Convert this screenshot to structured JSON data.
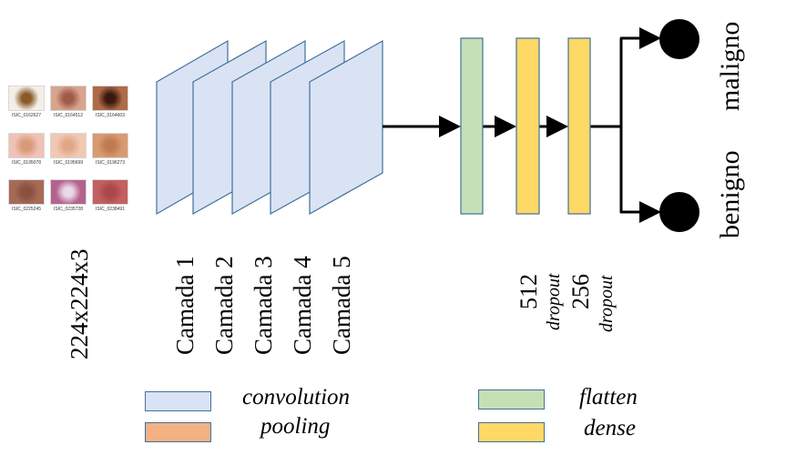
{
  "input": {
    "size_label": "224x224x3",
    "thumbnails": [
      {
        "id": "ISIC_0162627",
        "color": "#f4efe6",
        "spot": "#8a5a2a"
      },
      {
        "id": "ISIC_0164512",
        "color": "#d9a48e",
        "spot": "#a05a48"
      },
      {
        "id": "ISIC_0164603",
        "color": "#b06a48",
        "spot": "#3a1a10"
      },
      {
        "id": "ISIC_0195078",
        "color": "#f0c2b6",
        "spot": "#d99a7a"
      },
      {
        "id": "ISIC_0195699",
        "color": "#f1c8b3",
        "spot": "#e0a886"
      },
      {
        "id": "ISIC_0196273",
        "color": "#d99a72",
        "spot": "#c07a50"
      },
      {
        "id": "ISIC_0225245",
        "color": "#a76b55",
        "spot": "#8a5040"
      },
      {
        "id": "ISIC_0235728",
        "color": "#b4628e",
        "spot": "#e8d8e8"
      },
      {
        "id": "ISIC_0238491",
        "color": "#c46060",
        "spot": "#a84848"
      }
    ]
  },
  "layers": [
    "Camada 1",
    "Camada 2",
    "Camada 3",
    "Camada 4",
    "Camada 5"
  ],
  "dense_layers": [
    {
      "units": "512",
      "note": "dropout"
    },
    {
      "units": "256",
      "note": "dropout"
    }
  ],
  "outputs": [
    "maligno",
    "benigno"
  ],
  "legend": {
    "convolution": "convolution",
    "pooling": "pooling",
    "flatten": "flatten",
    "dense": "dense"
  },
  "colors": {
    "convolution": "#dae3f3",
    "pooling": "#f4b183",
    "flatten": "#c5e0b4",
    "dense": "#ffd966",
    "outline": "#41719c"
  }
}
